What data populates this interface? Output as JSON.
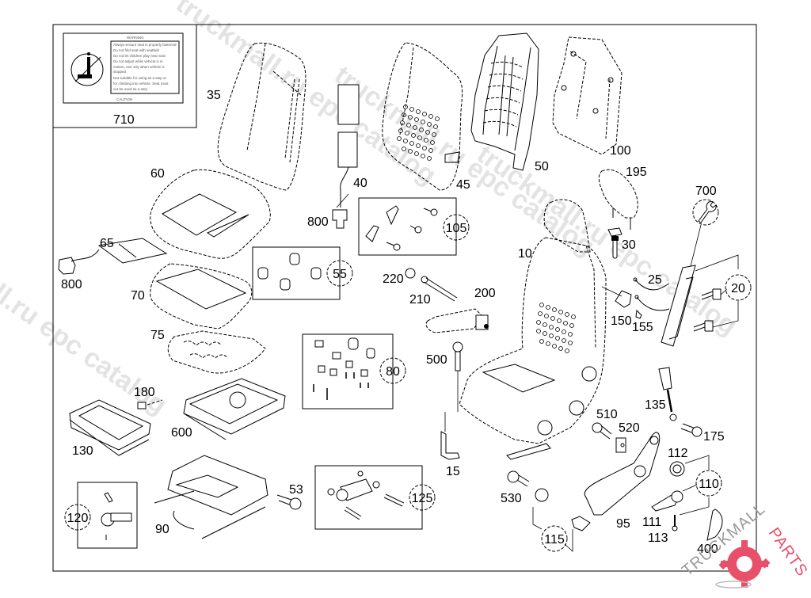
{
  "diagram": {
    "title": "Seat assembly exploded parts diagram",
    "warning_label": {
      "heading": "WARNING",
      "lines": [
        "Always ensure seat is properly fastened",
        "Do not fold seat with seatbelt",
        "Do not let children play near seat",
        "Do not adjust while vehicle is in",
        "motion, use only when vehicle is",
        "stopped",
        "Not suitable for using as a step or",
        "for climbing into vehicle. Seat must",
        "not be used as a step"
      ],
      "footer": "CAUTION",
      "part_number": "710"
    },
    "part_labels": [
      {
        "id": "35",
        "text": "35"
      },
      {
        "id": "60",
        "text": "60"
      },
      {
        "id": "40",
        "text": "40"
      },
      {
        "id": "800a",
        "text": "800"
      },
      {
        "id": "45",
        "text": "45"
      },
      {
        "id": "50",
        "text": "50"
      },
      {
        "id": "100",
        "text": "100"
      },
      {
        "id": "195",
        "text": "195"
      },
      {
        "id": "700",
        "text": "700"
      },
      {
        "id": "30",
        "text": "30"
      },
      {
        "id": "10",
        "text": "10"
      },
      {
        "id": "25",
        "text": "25"
      },
      {
        "id": "150",
        "text": "150"
      },
      {
        "id": "155",
        "text": "155"
      },
      {
        "id": "65",
        "text": "65"
      },
      {
        "id": "800b",
        "text": "800"
      },
      {
        "id": "70",
        "text": "70"
      },
      {
        "id": "75",
        "text": "75"
      },
      {
        "id": "220",
        "text": "220"
      },
      {
        "id": "210",
        "text": "210"
      },
      {
        "id": "200",
        "text": "200"
      },
      {
        "id": "500",
        "text": "500"
      },
      {
        "id": "135",
        "text": "135"
      },
      {
        "id": "175",
        "text": "175"
      },
      {
        "id": "510",
        "text": "510"
      },
      {
        "id": "520",
        "text": "520"
      },
      {
        "id": "180",
        "text": "180"
      },
      {
        "id": "600",
        "text": "600"
      },
      {
        "id": "130",
        "text": "130"
      },
      {
        "id": "15",
        "text": "15"
      },
      {
        "id": "53",
        "text": "53"
      },
      {
        "id": "90",
        "text": "90"
      },
      {
        "id": "530",
        "text": "530"
      },
      {
        "id": "95",
        "text": "95"
      },
      {
        "id": "112",
        "text": "112"
      },
      {
        "id": "111",
        "text": "111"
      },
      {
        "id": "113",
        "text": "113"
      },
      {
        "id": "400",
        "text": "400"
      }
    ],
    "callouts": [
      {
        "id": "105",
        "text": "105"
      },
      {
        "id": "55",
        "text": "55"
      },
      {
        "id": "80",
        "text": "80"
      },
      {
        "id": "20",
        "text": "20"
      },
      {
        "id": "125",
        "text": "125"
      },
      {
        "id": "120",
        "text": "120"
      },
      {
        "id": "110",
        "text": "110"
      },
      {
        "id": "115",
        "text": "115"
      }
    ],
    "watermarks": [
      "truckmall.ru epc catalog",
      "truckmall.ru epc catalog",
      "truckmall.ru epc catalog",
      "truckmall.ru epc catalog"
    ],
    "logo": {
      "text": "TRUCKMALLPARTS",
      "part1": "TRUCKMALL",
      "part2": "PARTS",
      "accent_color": "#e8506a"
    }
  }
}
